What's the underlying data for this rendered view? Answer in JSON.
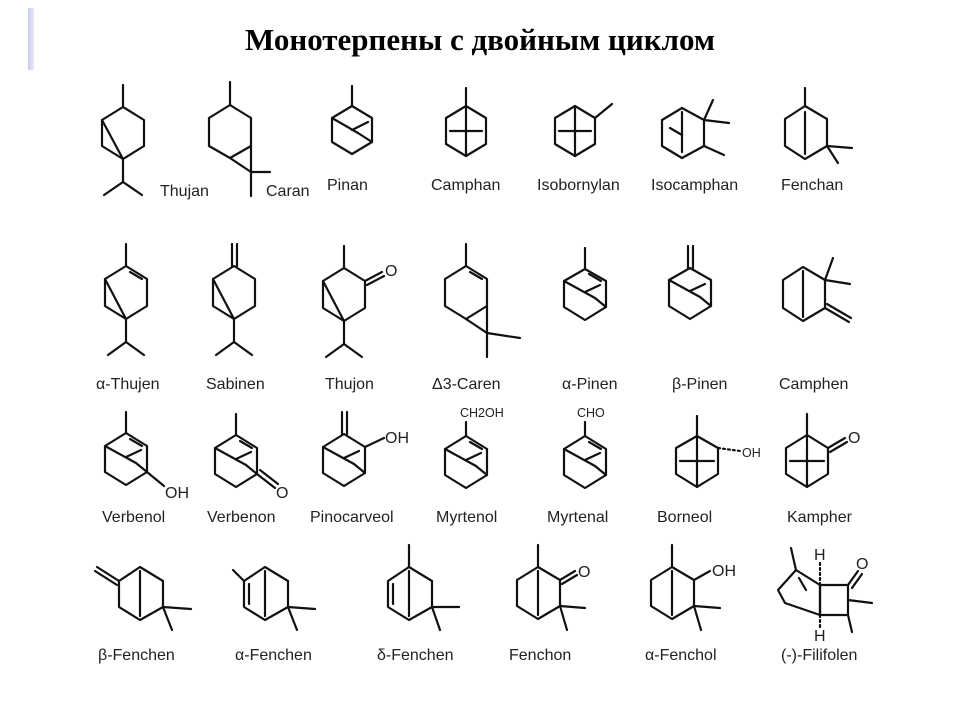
{
  "slide": {
    "title": "Монотерпены с двойным циклом"
  },
  "rows": [
    [
      {
        "name": "Thujan"
      },
      {
        "name": "Caran"
      },
      {
        "name": "Pinan"
      },
      {
        "name": "Camphan"
      },
      {
        "name": "Isobornylan"
      },
      {
        "name": "Isocamphan"
      },
      {
        "name": "Fenchan"
      }
    ],
    [
      {
        "name": "α-Thujen"
      },
      {
        "name": "Sabinen"
      },
      {
        "name": "Thujon",
        "atoms": [
          "O"
        ]
      },
      {
        "name": "Δ3-Caren"
      },
      {
        "name": "α-Pinen"
      },
      {
        "name": "β-Pinen"
      },
      {
        "name": "Camphen"
      }
    ],
    [
      {
        "name": "Verbenol",
        "atoms": [
          "OH"
        ]
      },
      {
        "name": "Verbenon",
        "atoms": [
          "O"
        ]
      },
      {
        "name": "Pinocarveol",
        "atoms": [
          "OH"
        ]
      },
      {
        "name": "Myrtenol",
        "atoms": [
          "CH2OH"
        ]
      },
      {
        "name": "Myrtenal",
        "atoms": [
          "CHO"
        ]
      },
      {
        "name": "Borneol",
        "atoms": [
          "OH"
        ]
      },
      {
        "name": "Kampher",
        "atoms": [
          "O"
        ]
      }
    ],
    [
      {
        "name": "β-Fenchen"
      },
      {
        "name": "α-Fenchen"
      },
      {
        "name": "δ-Fenchen"
      },
      {
        "name": "Fenchon",
        "atoms": [
          "O"
        ]
      },
      {
        "name": "α-Fenchol",
        "atoms": [
          "OH"
        ]
      },
      {
        "name": "(-)-Filifolen",
        "atoms": [
          "H",
          "O",
          "H"
        ]
      }
    ]
  ]
}
